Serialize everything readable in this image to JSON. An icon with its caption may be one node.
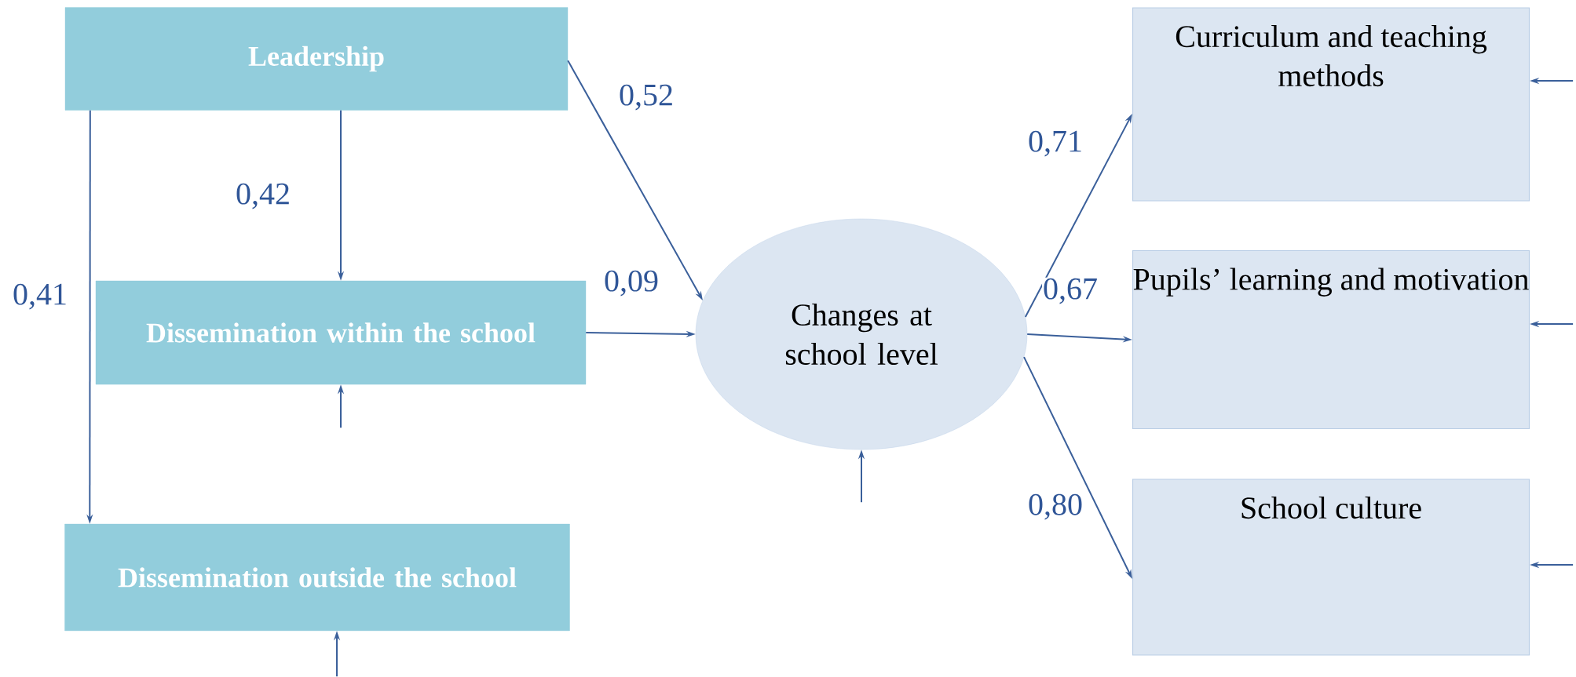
{
  "diagram": {
    "nodes": [
      {
        "text": [
          "Leadership"
        ]
      },
      {
        "text": [
          "Dissemination within the school"
        ]
      },
      {
        "text": [
          "Dissemination outside the school"
        ]
      },
      {
        "text": [
          "Changes at school level"
        ]
      },
      {
        "text": [
          "Curriculum and teaching methods"
        ]
      },
      {
        "text": [
          "Pupils’ learning and motivation"
        ]
      },
      {
        "text": [
          "School culture"
        ]
      }
    ],
    "edges": [
      {
        "from": 0,
        "to": 1,
        "arrow": "to",
        "label": "0,42"
      },
      {
        "from": 0,
        "to": 2,
        "arrow": "to",
        "label": "0,41"
      },
      {
        "from": 0,
        "to": 3,
        "arrow": "to",
        "label": "0,52"
      },
      {
        "from": 1,
        "to": 3,
        "arrow": "to",
        "label": "0,09"
      },
      {
        "from": 3,
        "to": 4,
        "arrow": "to",
        "label": "0,71"
      },
      {
        "from": 3,
        "to": 5,
        "arrow": "to",
        "label": "0,67"
      },
      {
        "from": 3,
        "to": 6,
        "arrow": "to",
        "label": "0,80"
      },
      {
        "from": null,
        "to": 1,
        "arrow": "to"
      },
      {
        "from": null,
        "to": 2,
        "arrow": "to"
      },
      {
        "from": null,
        "to": 3,
        "arrow": "to"
      },
      {
        "from": null,
        "to": 4,
        "arrow": "to"
      },
      {
        "from": null,
        "to": 5,
        "arrow": "to"
      },
      {
        "from": null,
        "to": 6,
        "arrow": "to"
      }
    ]
  }
}
